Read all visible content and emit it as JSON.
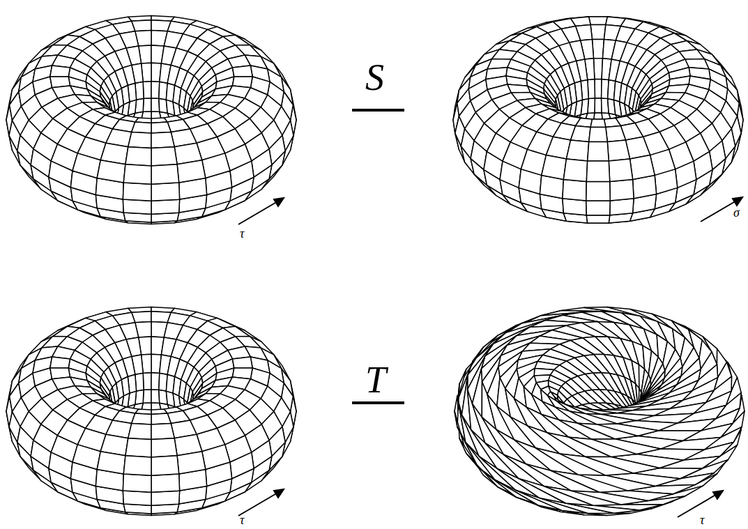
{
  "diagram": {
    "labels": [
      "τ",
      "S",
      "σ",
      "τ",
      "T",
      "τ"
    ]
  }
}
